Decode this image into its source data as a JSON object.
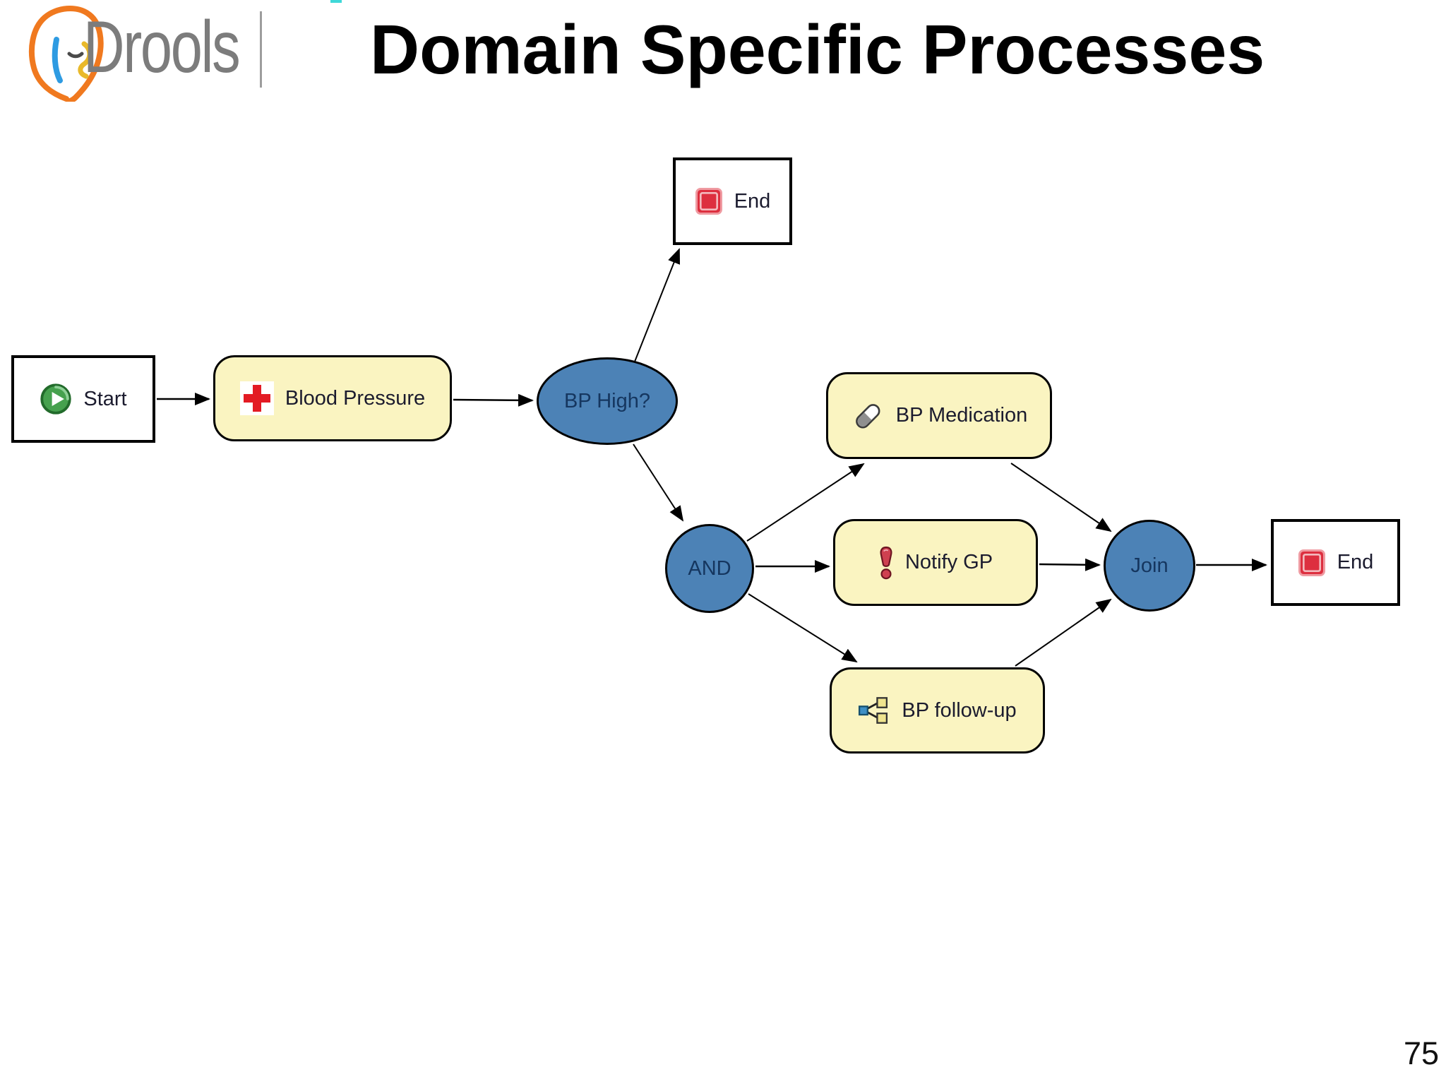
{
  "header": {
    "brand": "Drools",
    "title": "Domain Specific Processes"
  },
  "footer": {
    "page_number": "75"
  },
  "diagram": {
    "type": "process-flowchart",
    "nodes": {
      "start": {
        "label": "Start",
        "type": "start-event",
        "icon": "play-icon"
      },
      "blood_pressure": {
        "label": "Blood Pressure",
        "type": "task",
        "icon": "medical-cross-icon"
      },
      "bp_high": {
        "label": "BP High?",
        "type": "decision"
      },
      "end_top": {
        "label": "End",
        "type": "end-event",
        "icon": "stop-icon"
      },
      "and_split": {
        "label": "AND",
        "type": "gateway-split"
      },
      "bp_medication": {
        "label": "BP Medication",
        "type": "task",
        "icon": "pill-icon"
      },
      "notify_gp": {
        "label": "Notify GP",
        "type": "task",
        "icon": "exclamation-icon"
      },
      "bp_follow_up": {
        "label": "BP follow-up",
        "type": "task",
        "icon": "share-icon"
      },
      "join": {
        "label": "Join",
        "type": "gateway-join"
      },
      "end_right": {
        "label": "End",
        "type": "end-event",
        "icon": "stop-icon"
      }
    },
    "edges": [
      {
        "from": "start",
        "to": "blood_pressure"
      },
      {
        "from": "blood_pressure",
        "to": "bp_high"
      },
      {
        "from": "bp_high",
        "to": "end_top"
      },
      {
        "from": "bp_high",
        "to": "and_split"
      },
      {
        "from": "and_split",
        "to": "bp_medication"
      },
      {
        "from": "and_split",
        "to": "notify_gp"
      },
      {
        "from": "and_split",
        "to": "bp_follow_up"
      },
      {
        "from": "bp_medication",
        "to": "join"
      },
      {
        "from": "notify_gp",
        "to": "join"
      },
      {
        "from": "bp_follow_up",
        "to": "join"
      },
      {
        "from": "join",
        "to": "end_right"
      }
    ],
    "colors": {
      "task_fill": "#FAF4C1",
      "gateway_fill": "#4C82B6",
      "node_border": "#000000",
      "gateway_text": "#15365F",
      "task_text": "#1B1B2E",
      "logo_orange": "#F0791F",
      "logo_blue": "#2E9BE2",
      "logo_yellow": "#E9B92B",
      "brand_gray": "#7C7C7C"
    }
  }
}
